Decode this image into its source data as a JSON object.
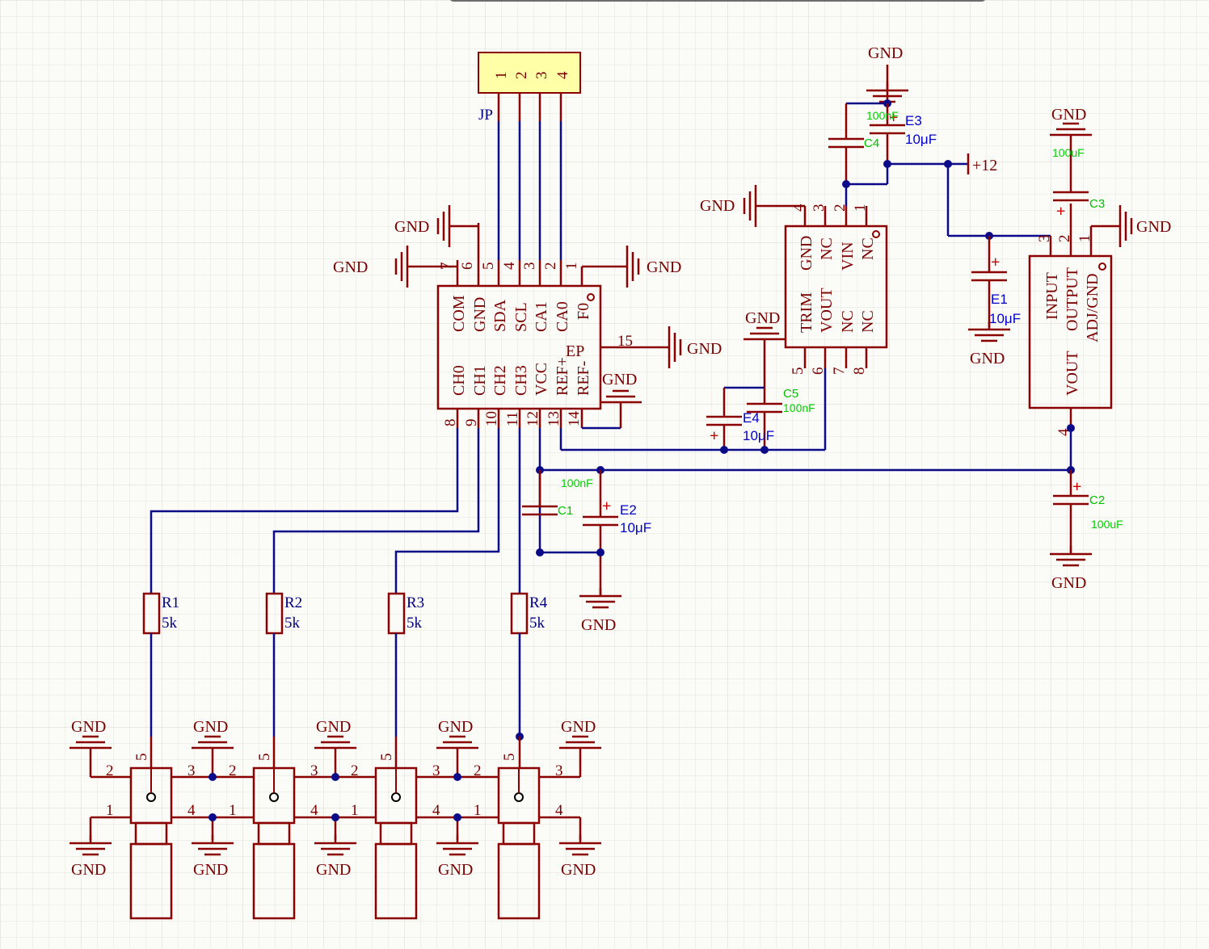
{
  "jp": {
    "ref": "JP",
    "pins": [
      "1",
      "2",
      "3",
      "4"
    ]
  },
  "u_adc": {
    "top_pins": [
      "7",
      "6",
      "5",
      "4",
      "3",
      "2",
      "1"
    ],
    "top_labels": [
      "COM",
      "GND",
      "SDA",
      "SCL",
      "CA1",
      "CA0",
      "F0"
    ],
    "bottom_pins": [
      "8",
      "9",
      "10",
      "11",
      "12",
      "13",
      "14"
    ],
    "bottom_labels": [
      "CH0",
      "CH1",
      "CH2",
      "CH3",
      "VCC",
      "REF+",
      "REF-"
    ],
    "ep_pin": "15",
    "ep_label": "EP"
  },
  "u_ref": {
    "top_pins": [
      "4",
      "3",
      "2",
      "1"
    ],
    "top_labels": [
      "GND",
      "NC",
      "VIN",
      "NC"
    ],
    "bottom_pins": [
      "5",
      "6",
      "7",
      "8"
    ],
    "bottom_labels": [
      "TRIM",
      "VOUT",
      "NC",
      "NC"
    ]
  },
  "u_reg": {
    "top_pins": [
      "3",
      "2",
      "1"
    ],
    "labels": [
      "INPUT",
      "OUTPUT",
      "ADJ/GND"
    ],
    "vout_label": "VOUT",
    "bottom_pin": "4"
  },
  "power": {
    "gnd": "GND",
    "plus12": "+12"
  },
  "caps": {
    "e3": {
      "ref": "E3",
      "value": "10μF"
    },
    "c4": {
      "ref": "C4",
      "value": "100nF"
    },
    "e1": {
      "ref": "E1",
      "value": "10μF"
    },
    "c3": {
      "ref": "C3",
      "value": "100uF"
    },
    "c5": {
      "ref": "C5",
      "value": "100nF"
    },
    "e4": {
      "ref": "E4",
      "value": "10μF"
    },
    "c1": {
      "ref": "C1",
      "value": "100nF"
    },
    "e2": {
      "ref": "E2",
      "value": "10μF"
    },
    "c2": {
      "ref": "C2",
      "value": "100uF"
    }
  },
  "resistors": [
    {
      "ref": "R1",
      "value": "5k"
    },
    {
      "ref": "R2",
      "value": "5k"
    },
    {
      "ref": "R3",
      "value": "5k"
    },
    {
      "ref": "R4",
      "value": "5k"
    }
  ],
  "connectors": [
    {
      "pins": [
        "5",
        "2",
        "1",
        "3",
        "4"
      ]
    },
    {
      "pins": [
        "5",
        "2",
        "1",
        "3",
        "4"
      ]
    },
    {
      "pins": [
        "5",
        "2",
        "1",
        "3",
        "4"
      ]
    },
    {
      "pins": [
        "5",
        "2",
        "1",
        "3",
        "4"
      ]
    }
  ]
}
